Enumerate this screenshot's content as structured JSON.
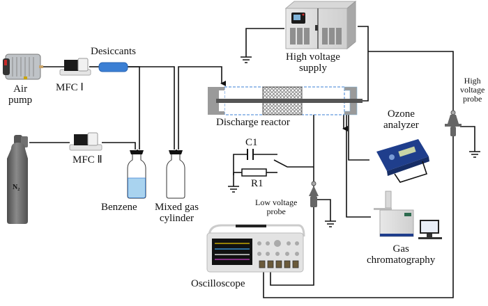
{
  "diagram": {
    "type": "experimental-setup",
    "components": {
      "air_pump": {
        "label_line1": "Air",
        "label_line2": "pump"
      },
      "mfc1": {
        "label": "MFC Ⅰ"
      },
      "desiccants": {
        "label": "Desiccants"
      },
      "n2_cylinder": {
        "label": "N₂"
      },
      "mfc2": {
        "label": "MFC Ⅱ"
      },
      "benzene": {
        "label": "Benzene"
      },
      "mixed_gas_cylinder": {
        "label_line1": "Mixed gas",
        "label_line2": "cylinder"
      },
      "high_voltage_supply": {
        "label_line1": "High voltage",
        "label_line2": "supply"
      },
      "discharge_reactor": {
        "label": "Discharge reactor"
      },
      "capacitor": {
        "label": "C1"
      },
      "resistor": {
        "label": "R1"
      },
      "low_voltage_probe": {
        "label_line1": "Low voltage",
        "label_line2": "probe"
      },
      "high_voltage_probe": {
        "label_line1": "High",
        "label_line2": "voltage",
        "label_line3": "probe"
      },
      "ozone_analyzer": {
        "label_line1": "Ozone",
        "label_line2": "analyzer"
      },
      "gas_chromatography": {
        "label_line1": "Gas",
        "label_line2": "chromatography"
      },
      "oscilloscope": {
        "label": "Oscilloscope"
      }
    },
    "colors": {
      "line": "#111111",
      "desiccant": "#3b7fd4",
      "liquid": "#a9d3ef",
      "reactor_gray": "#9a9a9a",
      "electrode": "#555555",
      "instrument_blue": "#1f3e8c",
      "cylinder_gray": "#6e6e6e"
    }
  }
}
